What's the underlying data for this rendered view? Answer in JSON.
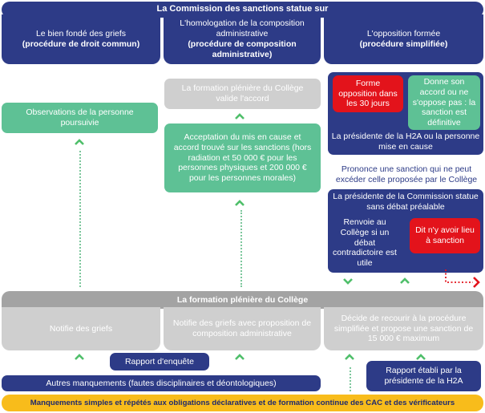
{
  "colors": {
    "navy": "#2d3b87",
    "grey": "#cfcfcf",
    "darkgrey": "#a3a3a3",
    "green": "#5ec195",
    "red": "#e3131b",
    "yellow": "#f8bc1b",
    "arrow_green": "#4fbf6a"
  },
  "commission": {
    "title": "La Commission des sanctions statue sur",
    "col1_line1": "Le bien fondé des griefs",
    "col1_line2": "(procédure de droit commun)",
    "col2_line1": "L'homologation de la composition administrative",
    "col2_line2": "(procédure de composition administrative)",
    "col3_line1": "L'opposition formée",
    "col3_line2": "(procédure simplifiée)"
  },
  "middle": {
    "observations": "Observations de la personne poursuivie",
    "formation_valide": "La formation plénière du Collège valide l'accord",
    "acceptation": "Acceptation du mis en cause et accord trouvé sur les sanctions (hors radiation et 50 000 € pour les personnes physiques et 200 000 € pour les personnes morales)"
  },
  "simplified": {
    "opposition": "Forme opposition dans les 30 jours",
    "accord": "Donne son accord ou ne s'oppose pas : la sanction est définitive",
    "president_h2a": "La présidente de la H2A ou la personne mise en cause",
    "prononce": "Prononce une sanction qui ne peut excéder celle proposée par le Collège",
    "president_commission": "La présidente de la Commission statue sans débat préalable",
    "renvoie": "Renvoie au Collège si un débat contradictoire est utile",
    "no_link": "Dit n'y avoir lieu à sanction"
  },
  "college": {
    "title": "La formation plénière du Collège",
    "notifie": "Notifie des griefs",
    "notifie_composition": "Notifie des griefs avec proposition de composition administrative",
    "decide": "Décide de recourir à la procédure simplifiée et propose une sanction de 15 000 € maximum"
  },
  "bottom": {
    "rapport_enquete": "Rapport d'enquête",
    "autres": "Autres manquements (fautes disciplinaires et déontologiques)",
    "rapport_etabli": "Rapport établi par la présidente de la H2A",
    "manquements": "Manquements simples et répétés aux obligations déclaratives et de formation continue des CAC et des vérificateurs"
  }
}
